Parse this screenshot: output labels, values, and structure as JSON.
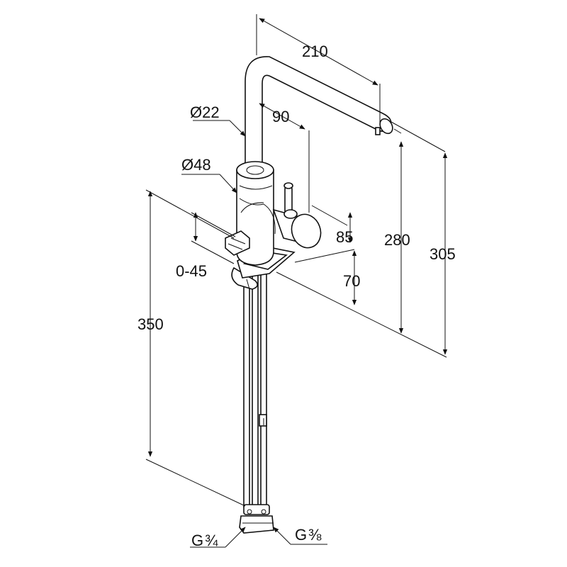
{
  "dimensions": {
    "spout_reach": "210",
    "swivel_angle": "90",
    "spout_diameter": "Ø22",
    "body_diameter": "Ø48",
    "lever_height": "85",
    "spout_height": "280",
    "total_height": "305",
    "max_deck_thickness": "70",
    "mount_range": "0-45",
    "hose_length": "350",
    "connection_large_main": "G",
    "connection_large_frac": "¾",
    "connection_small_main": "G",
    "connection_small_frac": "⅜"
  }
}
